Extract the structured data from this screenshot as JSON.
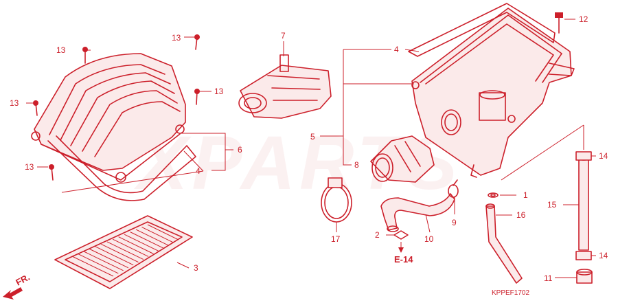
{
  "watermark": "XPARTS",
  "callouts": [
    {
      "id": "c1",
      "label": "1"
    },
    {
      "id": "c2",
      "label": "2"
    },
    {
      "id": "c3",
      "label": "3"
    },
    {
      "id": "c4a",
      "label": "4"
    },
    {
      "id": "c4b",
      "label": "4"
    },
    {
      "id": "c5",
      "label": "5"
    },
    {
      "id": "c6",
      "label": "6"
    },
    {
      "id": "c7",
      "label": "7"
    },
    {
      "id": "c8",
      "label": "8"
    },
    {
      "id": "c10",
      "label": "10"
    },
    {
      "id": "c9",
      "label": "9"
    },
    {
      "id": "c11",
      "label": "11"
    },
    {
      "id": "c12",
      "label": "12"
    },
    {
      "id": "c13a",
      "label": "13"
    },
    {
      "id": "c13b",
      "label": "13"
    },
    {
      "id": "c13c",
      "label": "13"
    },
    {
      "id": "c13d",
      "label": "13"
    },
    {
      "id": "c13e",
      "label": "13"
    },
    {
      "id": "c14a",
      "label": "14"
    },
    {
      "id": "c14b",
      "label": "14"
    },
    {
      "id": "c15",
      "label": "15"
    },
    {
      "id": "c16",
      "label": "16"
    },
    {
      "id": "c17",
      "label": "17"
    }
  ],
  "reference": "E-14",
  "front_marker": "FR.",
  "diagram_code": "KPPEF1702",
  "colors": {
    "line": "#cc1f2a",
    "background": "#ffffff"
  }
}
